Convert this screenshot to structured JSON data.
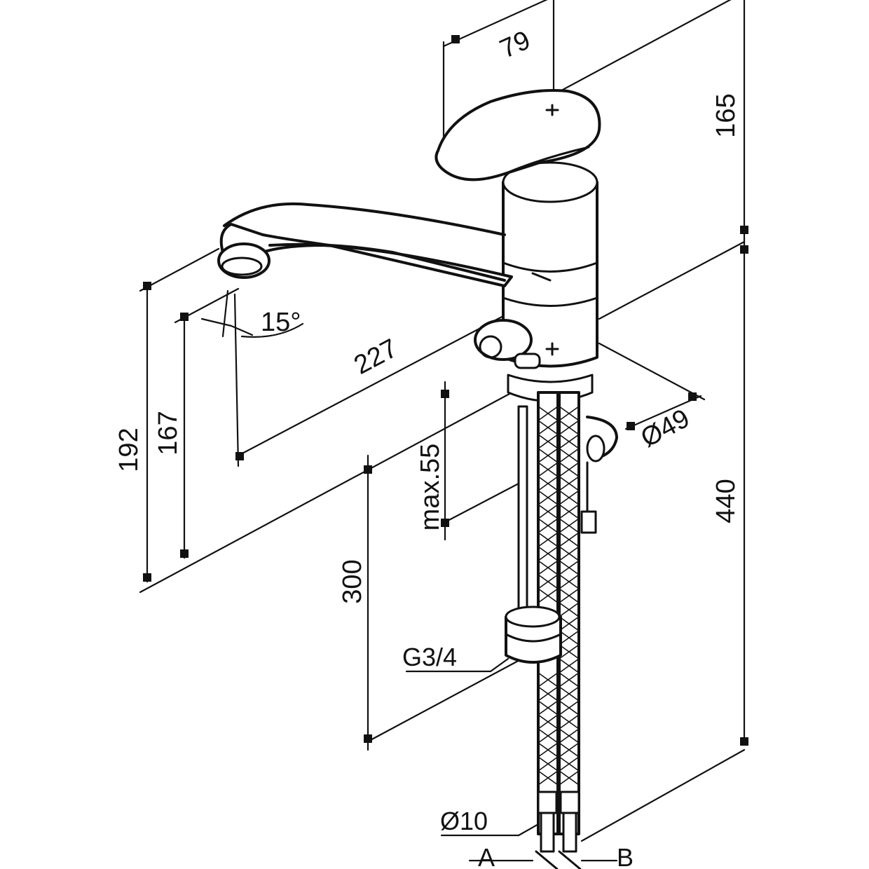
{
  "diagram": {
    "dimensions": {
      "handle_reach": "79",
      "upper_height": "165",
      "total_height": "440",
      "spout_height_outer": "192",
      "spout_height_inner": "167",
      "spout_reach": "227",
      "spout_angle": "15°",
      "max_thickness": "max.55",
      "hose_length": "300",
      "body_diameter": "Ø49",
      "connection_thread": "G3/4",
      "hose_diameter": "Ø10"
    },
    "labels": {
      "hose_a": "A",
      "hose_b": "B"
    }
  }
}
